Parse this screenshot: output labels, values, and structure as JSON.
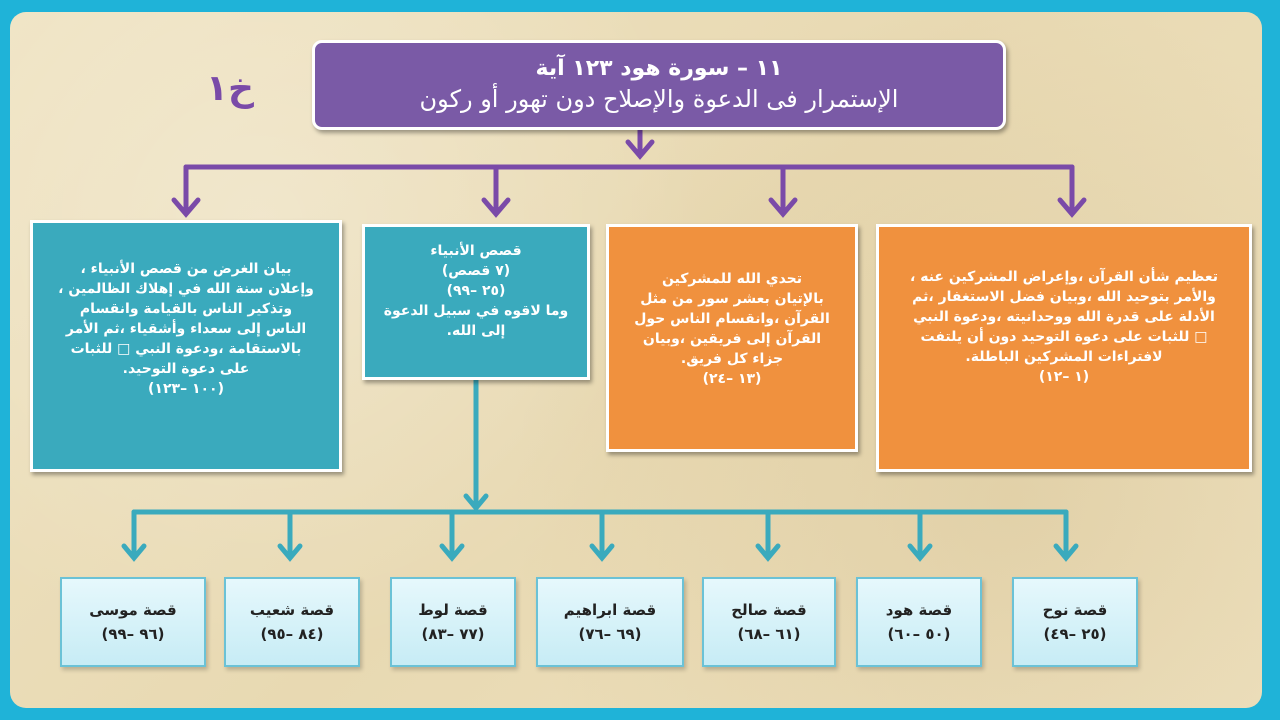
{
  "page_label": "خ١",
  "title": {
    "line1": "١١ – سورة هود ١٢٣ آية",
    "line2": "الإستمرار فى الدعوة والإصلاح دون تهور أو ركون"
  },
  "colors": {
    "title": "#7a5aa6",
    "teal": "#3aaabd",
    "orange": "#f0913e",
    "purple_line": "#7a4aa8",
    "teal_line": "#3aaabd"
  },
  "sections": [
    {
      "lines": [
        "تعظيم شأن القرآن ،وإعراض المشركين عنه ،",
        "والأمر بتوحيد الله ،وبيان فضل الاستغفار ،ثم",
        "الأدلة على قدرة الله ووحدانيته ،ودعوة النبي",
        "□ للثبات على دعوة التوحيد دون أن يلتفت",
        "لافتراءات المشركين الباطلة."
      ],
      "range": "(١ –١٢)"
    },
    {
      "lines": [
        "تحدي الله للمشركين",
        "بالإتيان بعشر سور من مثل",
        "القرآن ،وانقسام الناس حول",
        "القرآن إلى فريقين ،وبيان",
        "جزاء كل فريق."
      ],
      "range": "(١٣ –٢٤)"
    },
    {
      "lines": [
        "قصص الأنبياء",
        "(٧ قصص)",
        "(٢٥ –٩٩)",
        "وما لاقوه في سبيل الدعوة",
        "إلى الله."
      ],
      "range": ""
    },
    {
      "lines": [
        "بيان الغرض من قصص الأنبياء ،",
        "وإعلان سنة الله في إهلاك الظالمين ،",
        "وتذكير الناس بالقيامة وانقسام",
        "الناس إلى سعداء وأشقياء ،ثم الأمر",
        "بالاستقامة ،ودعوة النبي □ للثبات",
        "على دعوة التوحيد."
      ],
      "range": "(١٠٠ –١٢٣)"
    }
  ],
  "stories": [
    {
      "name": "قصة نوح",
      "range": "(٢٥ –٤٩)"
    },
    {
      "name": "قصة هود",
      "range": "(٥٠ –٦٠)"
    },
    {
      "name": "قصة صالح",
      "range": "(٦١ –٦٨)"
    },
    {
      "name": "قصة ابراهيم",
      "range": "(٦٩ –٧٦)"
    },
    {
      "name": "قصة لوط",
      "range": "(٧٧ –٨٣)"
    },
    {
      "name": "قصة شعيب",
      "range": "(٨٤ –٩٥)"
    },
    {
      "name": "قصة موسى",
      "range": "(٩٦ –٩٩)"
    }
  ]
}
